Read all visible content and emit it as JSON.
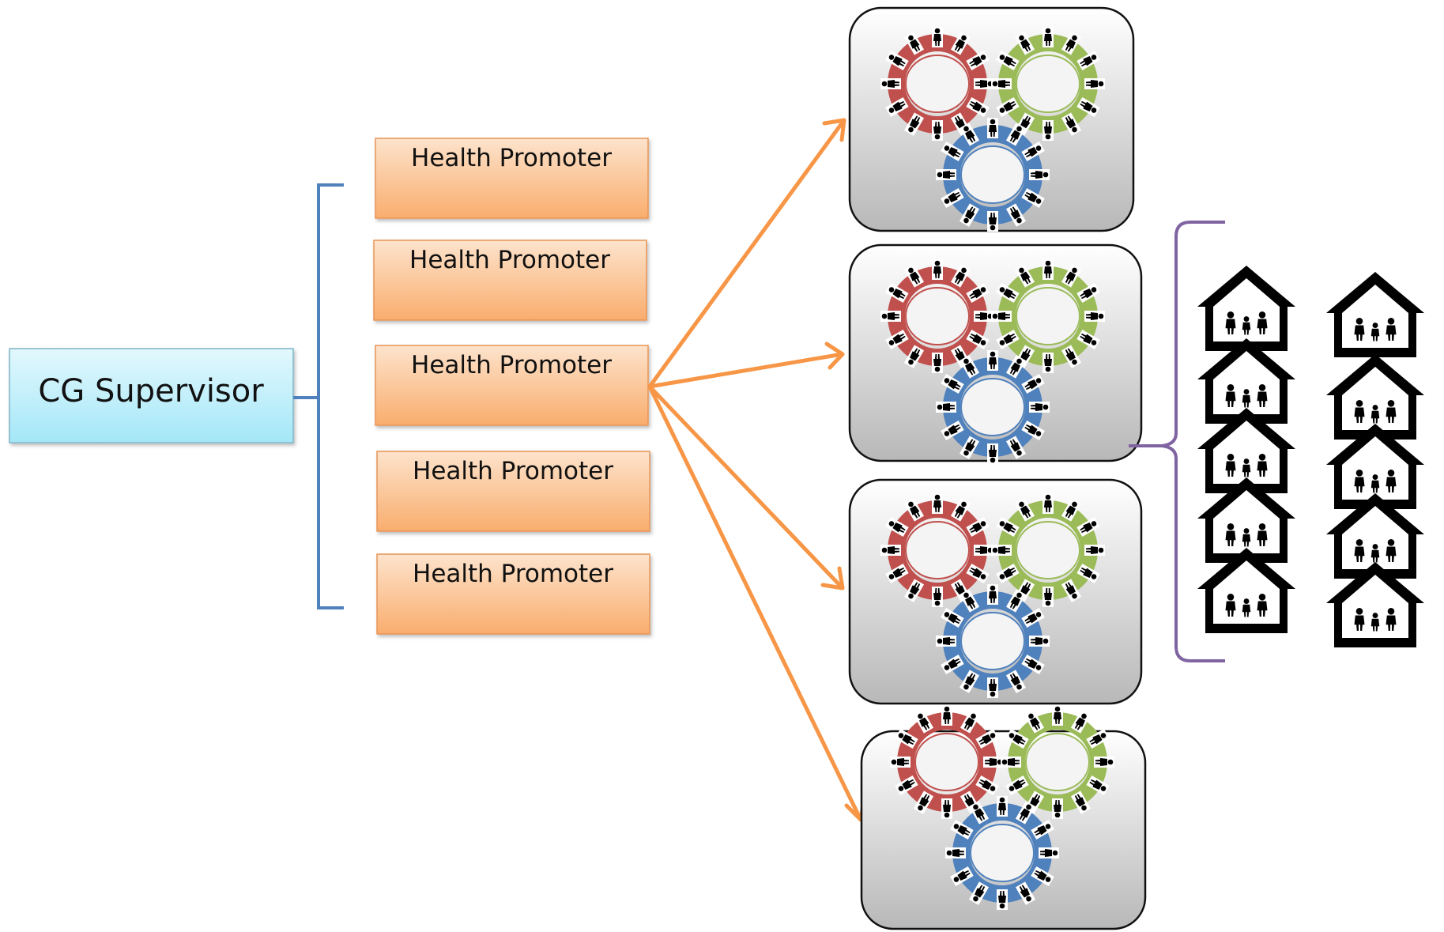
{
  "supervisor": {
    "label": "CG Supervisor",
    "color_top": "#e2f8fd",
    "color_bottom": "#a4e7f8",
    "border": "#7fb6c8"
  },
  "promoters": [
    {
      "label": "Health Promoter"
    },
    {
      "label": "Health Promoter"
    },
    {
      "label": "Health Promoter"
    },
    {
      "label": "Health Promoter"
    },
    {
      "label": "Health Promoter"
    }
  ],
  "colors": {
    "promoter_top": "#fde3cc",
    "promoter_bottom": "#f9ad6d",
    "promoter_border": "#e79456",
    "left_bracket": "#4f81bd",
    "arrows": "#f79646",
    "right_bracket": "#8064a2",
    "group_box_top": "#ffffff",
    "group_box_bottom": "#b8b8b8",
    "group_box_border": "#111111",
    "ring_red": "#c0504d",
    "ring_green": "#9bbb59",
    "ring_blue": "#4f81bd"
  },
  "community_groups": [
    {
      "icon": "community-group-icon"
    },
    {
      "icon": "community-group-icon"
    },
    {
      "icon": "community-group-icon"
    },
    {
      "icon": "community-group-icon"
    }
  ],
  "households": {
    "icon": "household-family-icon",
    "count": 10
  }
}
